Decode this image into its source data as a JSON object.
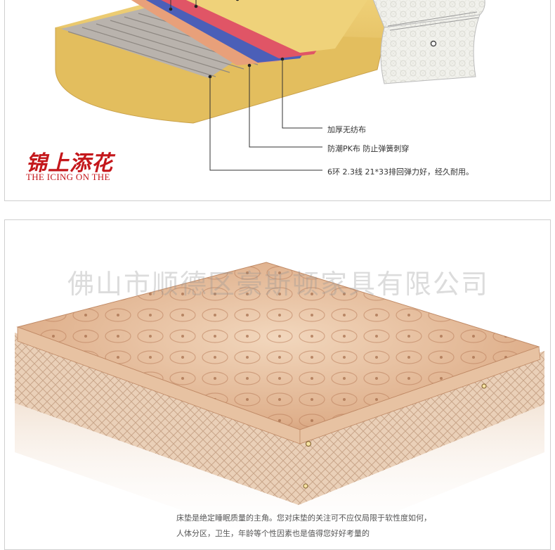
{
  "diagram": {
    "callouts": [
      "加厚无纺布",
      "防潮PK布 防止弹簧刺穿",
      "6环 2.3线 21*33排回弹力好，经久耐用。"
    ],
    "brand_cn": "锦上添花",
    "brand_en": "THE ICING ON THE"
  },
  "product": {
    "watermark": "佛山市顺德区豪斯顿家具有限公司",
    "description_line1": "床垫是绝定睡眠质量的主角。您对床垫的关注可不应仅局限于软性度如何，",
    "description_line2": "人体分区，卫生，年龄等个性因素也是值得您好好考量的"
  },
  "colors": {
    "brand_red": "#c4171b",
    "gold_frame": "#e3be5e",
    "yellow_layer": "#efd27a",
    "red_layer": "#e05566",
    "blue_layer": "#4b5fb8",
    "peach_layer": "#e8a07a",
    "mattress_tone": "#e8c3a2"
  }
}
